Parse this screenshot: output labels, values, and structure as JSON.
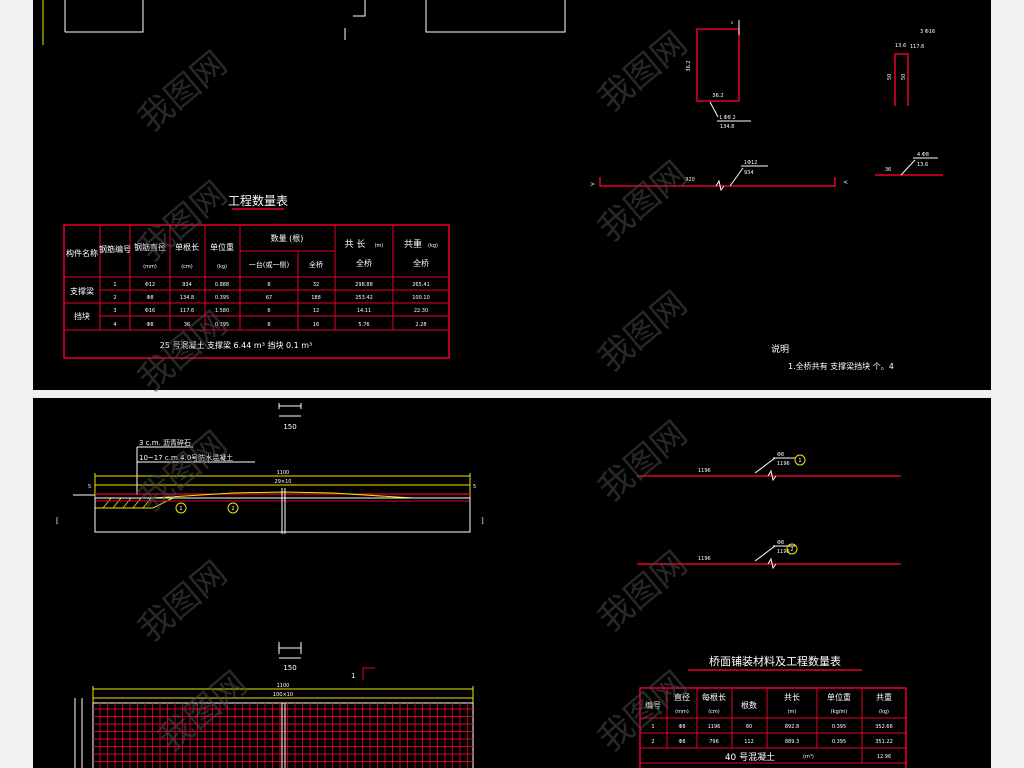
{
  "top": {
    "table": {
      "title": "工程数量表",
      "headers": {
        "part_name": "构件名称",
        "bar_no": "钢筋编号",
        "diameter": "钢筋直径",
        "diameter_unit": "(mm)",
        "single_len": "单根长",
        "single_len_unit": "(cm)",
        "unit_weight": "单位重",
        "unit_weight_unit": "(kg)",
        "count_group": "数量 (根)",
        "count_one": "一台(或一侧)",
        "count_all": "全桥",
        "total_len": "共 长",
        "total_len_unit": "(m)",
        "total_len_sub": "全桥",
        "total_wt": "共重",
        "total_wt_unit": "(kg)",
        "total_wt_sub": "全桥"
      },
      "groups": [
        "支撑梁",
        "挡块"
      ],
      "rows": [
        {
          "no": "1",
          "dia": "Φ12",
          "len": "934",
          "uw": "0.888",
          "one": "8",
          "all": "32",
          "tl": "298.88",
          "tw": "265.41"
        },
        {
          "no": "2",
          "dia": "Φ8",
          "len": "134.8",
          "uw": "0.395",
          "one": "67",
          "all": "188",
          "tl": "253.42",
          "tw": "100.10"
        },
        {
          "no": "3",
          "dia": "Φ16",
          "len": "117.6",
          "uw": "1.580",
          "one": "6",
          "all": "12",
          "tl": "14.11",
          "tw": "22.30"
        },
        {
          "no": "4",
          "dia": "Φ8",
          "len": "36",
          "uw": "0.395",
          "one": "8",
          "all": "16",
          "tl": "5.76",
          "tw": "2.28"
        }
      ],
      "footer": "25 号混凝土    支撑梁  6.44 m³   挡块  0.1 m³"
    },
    "notes": {
      "heading": "说明",
      "text": "1.全桥共有   支撑梁挡块 个。4"
    },
    "dims": {
      "stirrup_h": "36.2",
      "stirrup_w": "36.2",
      "stirrup_call": "1.Φ8   2",
      "stirrup_call_len": "134.8",
      "hook_call": "3 Φ16",
      "hook_len": "117.6",
      "hook_a": "13.6",
      "hook_b": "50",
      "hook_c": "50",
      "bar1_len": "920",
      "bar1_call": "1Φ12",
      "bar1_total": "934",
      "bar4_call": "4 Φ8",
      "bar4_total": "13.6",
      "bar4_len": "36"
    }
  },
  "bottom": {
    "section1": {
      "scale_bar": "150",
      "callout1": "3 c.m. 沥青碎石",
      "callout2": "10~17  c.m.4.0号防水混凝土",
      "width_total": "1100",
      "width_inner": "29×10",
      "marker1": "1",
      "marker2": "2"
    },
    "bars": {
      "bar1_len": "1196",
      "bar1_call": "Φ8",
      "bar1_sub": "1196",
      "bar1_no": "1",
      "bar2_len": "1196",
      "bar2_call": "Φ8",
      "bar2_sub": "1196",
      "bar2_no": "2"
    },
    "plan": {
      "scale_bar": "150",
      "width_total": "1100",
      "width_inner": "100×10",
      "mark": "1"
    },
    "table2": {
      "title": "桥面铺装材料及工程数量表",
      "headers": [
        "编号",
        "直径",
        "每根长",
        "根数",
        "共长",
        "单位重",
        "共重"
      ],
      "units": [
        "",
        "(mm)",
        "(cm)",
        "",
        "(m)",
        "(kg/m)",
        "(kg)"
      ],
      "rows": [
        [
          "1",
          "Φ8",
          "1196",
          "80",
          "892.8",
          "0.395",
          "352.66"
        ],
        [
          "2",
          "Φ8",
          "796",
          "112",
          "889.3",
          "0.395",
          "351.22"
        ]
      ],
      "footer": "40 号混凝土",
      "footer_unit": "(m³)",
      "footer_value": "12.96"
    }
  },
  "watermark": "我图网",
  "colors": {
    "background": "#000000",
    "frame": "#f1f1f3",
    "table_red": "#e8002a",
    "line_white": "#ffffff",
    "dim_yellow": "#f2e600",
    "mesh_red": "#d8002a"
  }
}
